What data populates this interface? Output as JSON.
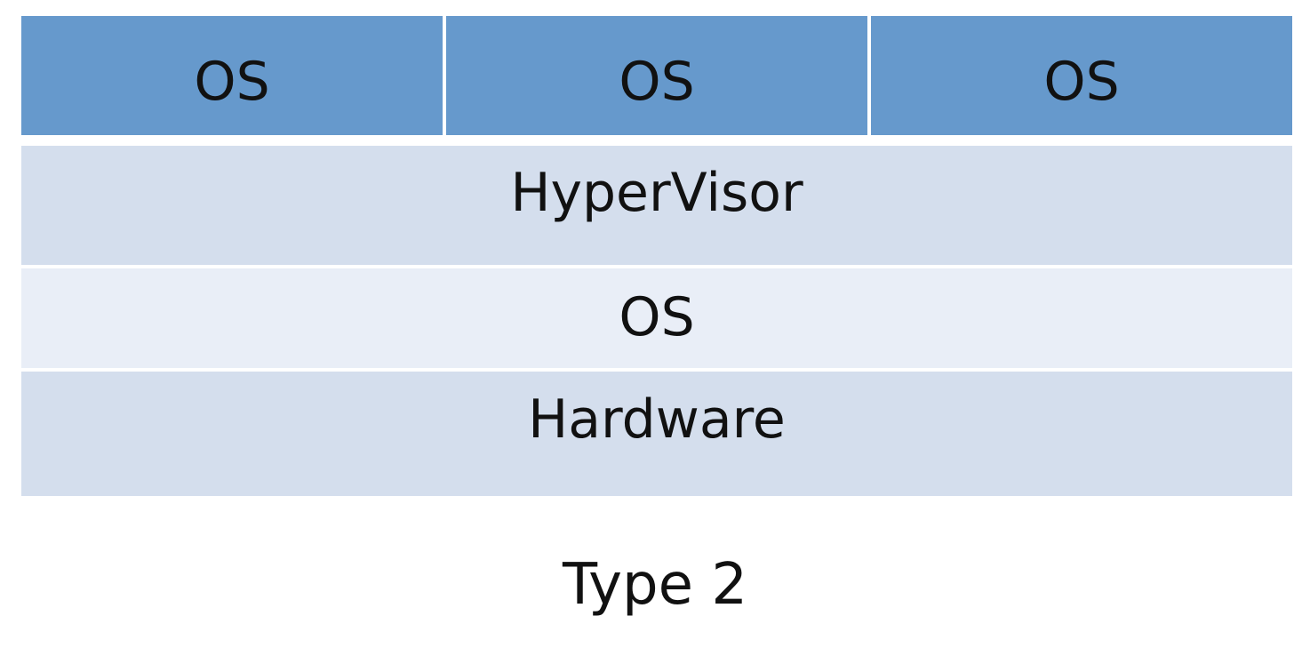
{
  "guest_os": [
    {
      "label": "OS"
    },
    {
      "label": "OS"
    },
    {
      "label": "OS"
    }
  ],
  "layers": {
    "hypervisor": "HyperVisor",
    "host_os": "OS",
    "hardware": "Hardware"
  },
  "caption": "Type 2",
  "colors": {
    "guest_fill": "#6699cc",
    "hypervisor_fill": "#d4deed",
    "host_os_fill": "#e9eef7",
    "hardware_fill": "#d4deed",
    "text": "#111111"
  }
}
